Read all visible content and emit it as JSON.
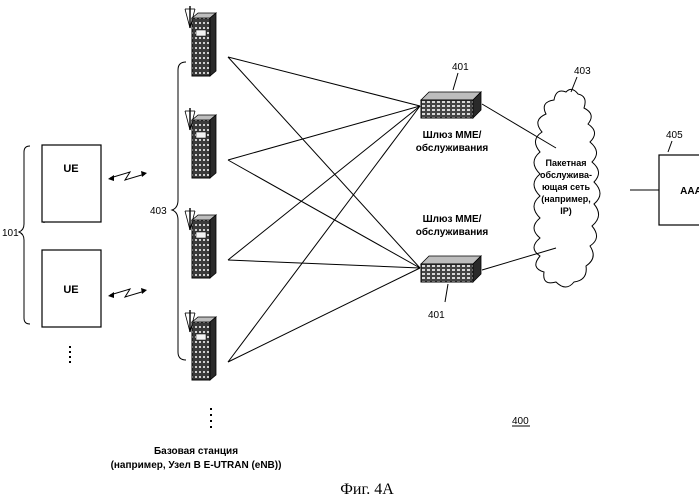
{
  "diagram": {
    "ue_label": "UE",
    "ref_ue_group": "101",
    "ref_bs_group": "403",
    "ref_gateway_top": "401",
    "ref_gateway_bottom": "401",
    "gateway_label_line1": "Шлюз MME/",
    "gateway_label_line2": "обслуживания",
    "ref_network": "403",
    "network_label": [
      "Пакетная",
      "обслужива-",
      "ющая сеть",
      "(например,",
      "IP)"
    ],
    "ref_aaa": "405",
    "aaa_label": "AAA",
    "ref_system": "400",
    "bs_label_line1": "Базовая станция",
    "bs_label_line2": "(например, Узел B E-UTRAN (eNB))",
    "caption": "Фиг. 4А"
  }
}
